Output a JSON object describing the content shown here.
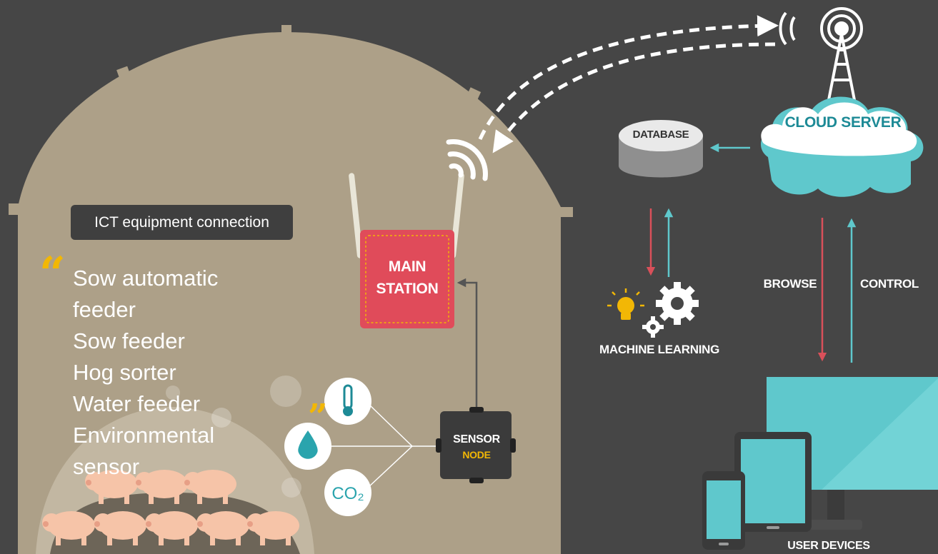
{
  "ict_label": "ICT equipment connection",
  "quote_open": "“",
  "quote_close": "”",
  "features": [
    "Sow automatic feeder",
    "Sow feeder",
    "Hog sorter",
    "Water feeder",
    "Environmental sensor"
  ],
  "main_station": "MAIN STATION",
  "sensor_node": {
    "title": "SENSOR",
    "subtitle": "NODE"
  },
  "sensors": {
    "co2": "CO₂"
  },
  "database": "DATABASE",
  "cloud_server": "CLOUD SERVER",
  "machine_learning": "MACHINE LEARNING",
  "browse": "BROWSE",
  "control": "CONTROL",
  "user_devices": "USER DEVICES",
  "colors": {
    "background": "#464646",
    "barn": "#ada088",
    "station": "#e04b5a",
    "accent_yellow": "#f2b705",
    "teal": "#5fc8cc",
    "arrow_red": "#d9505a"
  }
}
